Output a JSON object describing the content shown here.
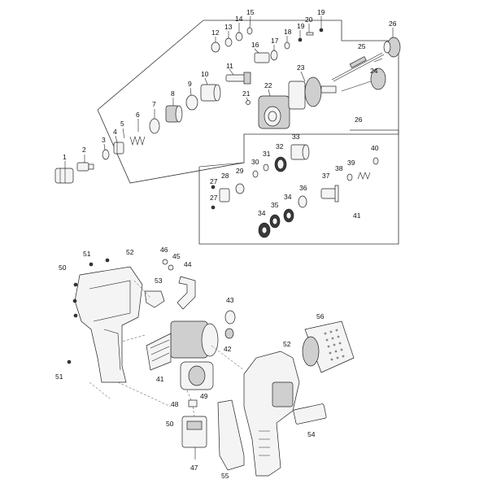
{
  "callouts": [
    "1",
    "2",
    "3",
    "4",
    "5",
    "6",
    "7",
    "8",
    "9",
    "10",
    "11",
    "12",
    "13",
    "14",
    "15",
    "16",
    "17",
    "18",
    "19",
    "20",
    "19",
    "21",
    "22",
    "23",
    "24",
    "25",
    "26",
    "26",
    "27",
    "28",
    "27",
    "29",
    "30",
    "31",
    "32",
    "33",
    "34",
    "35",
    "34",
    "36",
    "37",
    "38",
    "39",
    "40",
    "41",
    "41",
    "42",
    "43",
    "44",
    "45",
    "46",
    "47",
    "48",
    "49",
    "50",
    "51",
    "51",
    "52",
    "52",
    "53",
    "54",
    "55",
    "56",
    "50"
  ]
}
